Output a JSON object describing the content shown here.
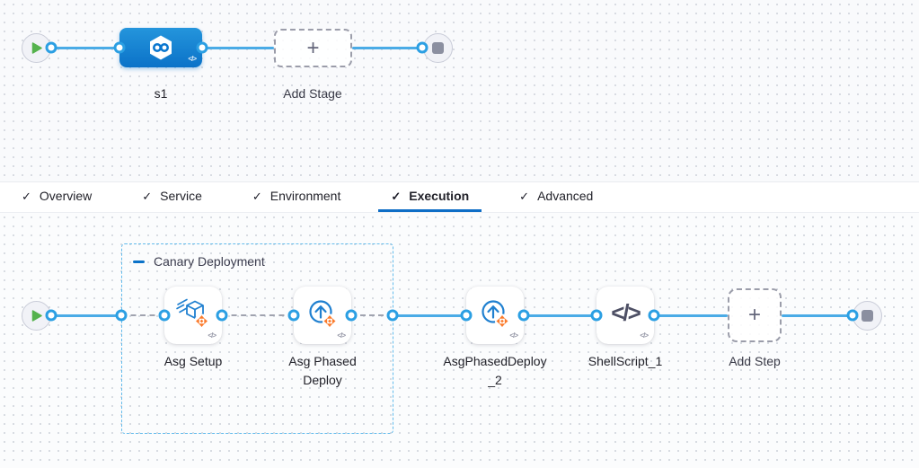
{
  "stage_pipeline": {
    "stage": {
      "label": "s1",
      "icon": "harness-cd-hexagon"
    },
    "add_stage_label": "Add Stage"
  },
  "tabs": [
    {
      "label": "Overview",
      "checked": true,
      "active": false
    },
    {
      "label": "Service",
      "checked": true,
      "active": false
    },
    {
      "label": "Environment",
      "checked": true,
      "active": false
    },
    {
      "label": "Execution",
      "checked": true,
      "active": true
    },
    {
      "label": "Advanced",
      "checked": true,
      "active": false
    }
  ],
  "execution": {
    "group_label": "Canary Deployment",
    "steps": [
      {
        "label": "Asg Setup",
        "icon": "asg-setup-cube"
      },
      {
        "label": "Asg Phased Deploy",
        "icon": "asg-phased-deploy-circle-arrow"
      },
      {
        "label": "AsgPhasedDeploy_2",
        "icon": "asg-phased-deploy-circle-arrow"
      },
      {
        "label": "ShellScript_1",
        "icon": "shell-script-code"
      }
    ],
    "add_step_label": "Add Step"
  },
  "icons": {
    "check": "✓",
    "plus": "+",
    "code_badge": "</>",
    "shell": "</>"
  },
  "colors": {
    "primary_blue": "#0b72c8",
    "connector_blue": "#4aabe6",
    "port_ring_blue": "#2b9fe3",
    "group_border_blue": "#63bbec",
    "dashed_gray": "#a0a3af",
    "icon_orange": "#fb7b2c",
    "play_green": "#55b24d",
    "stop_gray": "#8b8fa0",
    "active_tab_underline": "#0f6ec6"
  }
}
